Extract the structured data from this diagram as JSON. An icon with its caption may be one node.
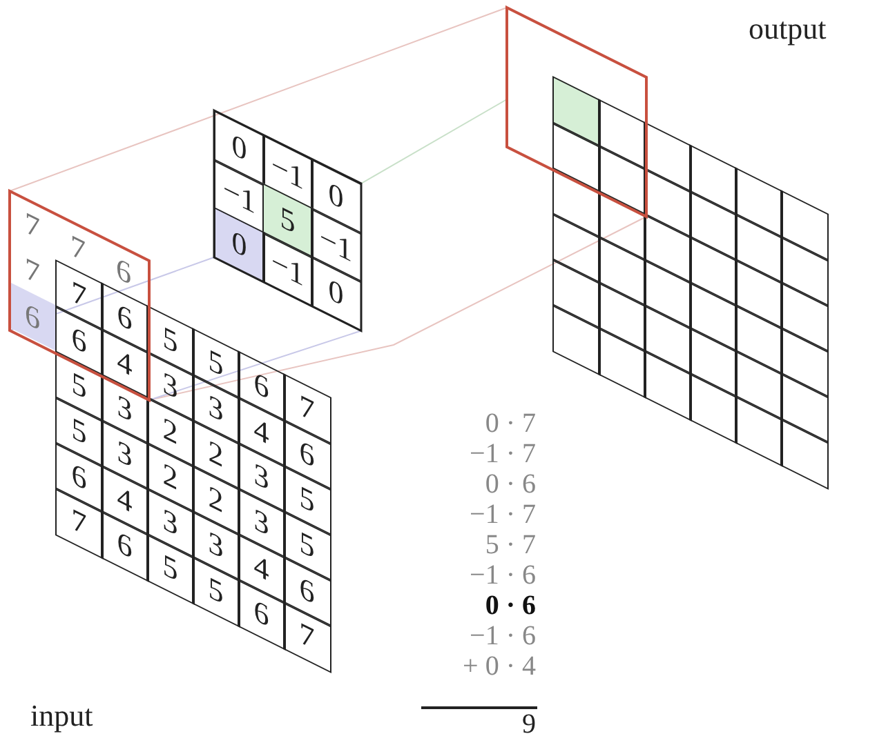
{
  "diagram": {
    "nodes": [
      {
        "text": [],
        "shape": "box"
      },
      {
        "text": [],
        "shape": "box"
      },
      {
        "text": [],
        "shape": "box"
      }
    ],
    "edges": [
      {
        "from": 0,
        "to": 2,
        "arrow": "none",
        "color": "#e8c4c0"
      },
      {
        "from": 0,
        "to": 2,
        "arrow": "none",
        "color": "#e8c4c0"
      },
      {
        "from": 0,
        "to": 1,
        "arrow": "none",
        "color": "#c8c8e8"
      },
      {
        "from": 0,
        "to": 1,
        "arrow": "none",
        "color": "#c8c8e8"
      },
      {
        "from": 1,
        "to": 2,
        "arrow": "none",
        "color": "#c8e0c8"
      }
    ],
    "labels": [
      "output",
      "0",
      "−1",
      "0",
      "−1",
      "5",
      "−1",
      "0",
      "−1",
      "0",
      "7",
      "7",
      "6",
      "7",
      "6",
      "7",
      "6",
      "5",
      "5",
      "6",
      "7",
      "6",
      "4",
      "3",
      "3",
      "4",
      "6",
      "5",
      "3",
      "2",
      "2",
      "3",
      "5",
      "5",
      "3",
      "2",
      "2",
      "3",
      "5",
      "6",
      "4",
      "3",
      "3",
      "4",
      "6",
      "7",
      "6",
      "5",
      "5",
      "6",
      "7",
      "0 · 7",
      "−1 · 7",
      "0 · 6",
      "−1 · 7",
      "5 · 7",
      "−1 · 6",
      "0 · 6",
      "−1 · 6",
      "+ 0 · 4",
      "9",
      "input"
    ]
  }
}
